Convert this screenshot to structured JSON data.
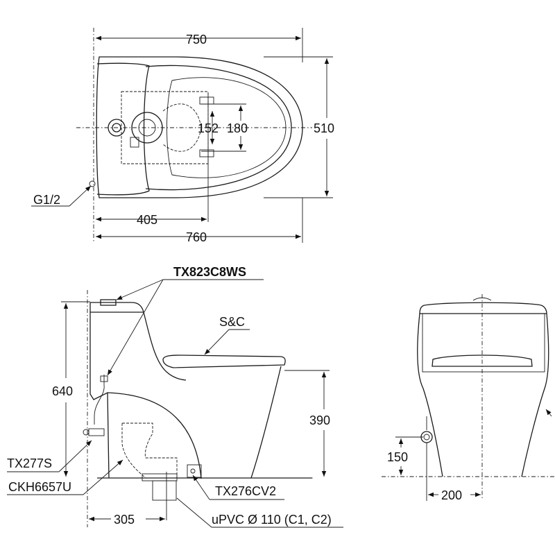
{
  "top_view": {
    "dim_width": "750",
    "dim_depth": "510",
    "dim_seat_inner": "152",
    "dim_seat_outer": "180",
    "dim_inlet": "405",
    "dim_total": "760",
    "inlet_label": "G1/2"
  },
  "side_view": {
    "part_flush": "TX823C8WS",
    "part_seat": "S&C",
    "part_valve": "TX277S",
    "part_flange": "CKH6657U",
    "part_bolt": "TX276CV2",
    "part_pipe": "uPVC Ø 110 (C1, C2)",
    "dim_height": "640",
    "dim_seat_height": "390",
    "dim_rough_in": "305"
  },
  "front_view": {
    "dim_inlet_height": "150",
    "dim_inlet_offset": "200"
  }
}
